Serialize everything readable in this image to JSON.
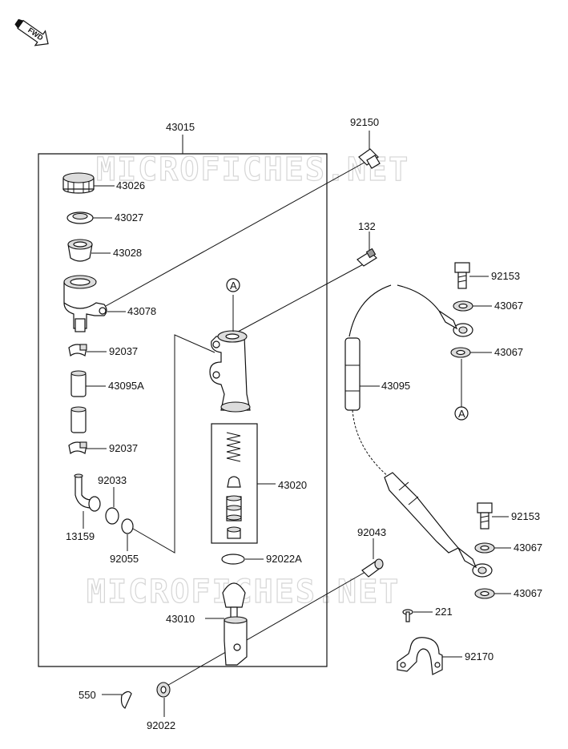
{
  "diagram": {
    "orientation_badge": "FWD",
    "watermark": "MICROFICHES.NET",
    "callout_letter": "A",
    "assembly_label": "43015",
    "parts": [
      {
        "id": "p43026",
        "number": "43026"
      },
      {
        "id": "p43027",
        "number": "43027"
      },
      {
        "id": "p43028",
        "number": "43028"
      },
      {
        "id": "p43078",
        "number": "43078"
      },
      {
        "id": "p92037a",
        "number": "92037"
      },
      {
        "id": "p43095A",
        "number": "43095A"
      },
      {
        "id": "p92037b",
        "number": "92037"
      },
      {
        "id": "p92033",
        "number": "92033"
      },
      {
        "id": "p13159",
        "number": "13159"
      },
      {
        "id": "p92055",
        "number": "92055"
      },
      {
        "id": "p92150",
        "number": "92150"
      },
      {
        "id": "p132",
        "number": "132"
      },
      {
        "id": "p43020",
        "number": "43020"
      },
      {
        "id": "p92022A",
        "number": "92022A"
      },
      {
        "id": "p43010",
        "number": "43010"
      },
      {
        "id": "p92043",
        "number": "92043"
      },
      {
        "id": "p550",
        "number": "550"
      },
      {
        "id": "p92022",
        "number": "92022"
      },
      {
        "id": "p43095",
        "number": "43095"
      },
      {
        "id": "p92153a",
        "number": "92153"
      },
      {
        "id": "p43067a",
        "number": "43067"
      },
      {
        "id": "p43067b",
        "number": "43067"
      },
      {
        "id": "p92153b",
        "number": "92153"
      },
      {
        "id": "p43067c",
        "number": "43067"
      },
      {
        "id": "p43067d",
        "number": "43067"
      },
      {
        "id": "p221",
        "number": "221"
      },
      {
        "id": "p92170",
        "number": "92170"
      }
    ]
  }
}
